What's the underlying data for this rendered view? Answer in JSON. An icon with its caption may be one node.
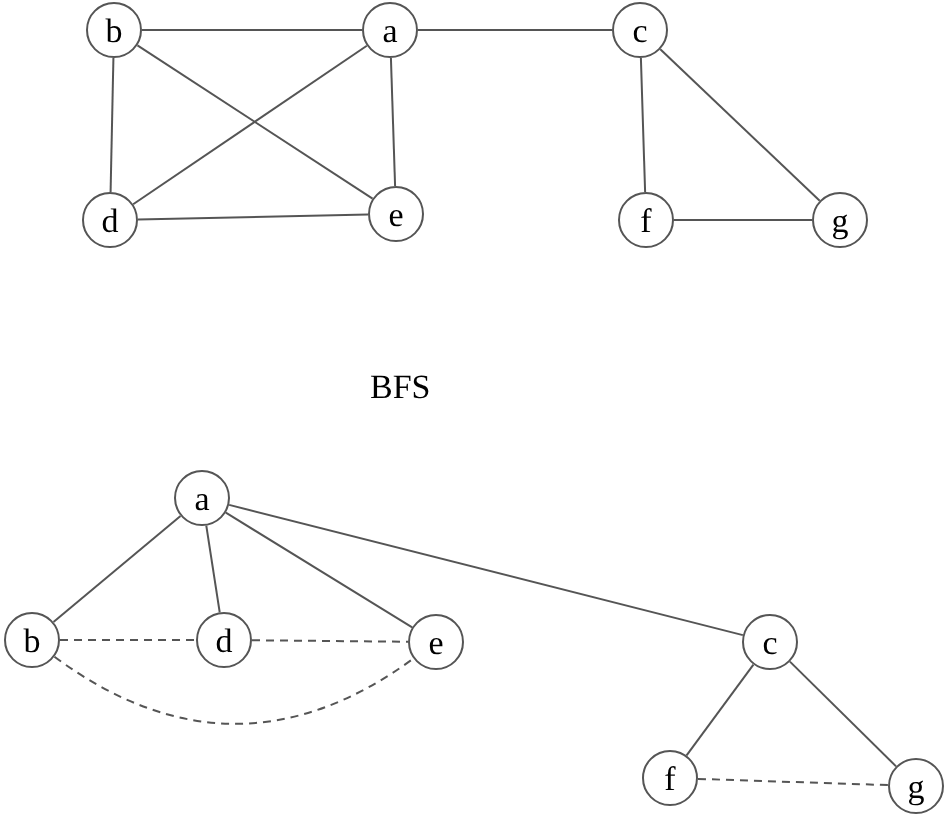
{
  "diagram": {
    "nodes": [
      {
        "text": [
          "b"
        ]
      },
      {
        "text": [
          "a"
        ]
      },
      {
        "text": [
          "c"
        ]
      },
      {
        "text": [
          "d"
        ]
      },
      {
        "text": [
          "e"
        ]
      },
      {
        "text": [
          "f"
        ]
      },
      {
        "text": [
          "g"
        ]
      },
      {
        "text": [
          "a"
        ]
      },
      {
        "text": [
          "b"
        ]
      },
      {
        "text": [
          "d"
        ]
      },
      {
        "text": [
          "e"
        ]
      },
      {
        "text": [
          "c"
        ]
      },
      {
        "text": [
          "f"
        ]
      },
      {
        "text": [
          "g"
        ]
      }
    ],
    "edges": [
      {
        "from": 0,
        "to": 1,
        "arrow": "none"
      },
      {
        "from": 1,
        "to": 2,
        "arrow": "none"
      },
      {
        "from": 0,
        "to": 3,
        "arrow": "none"
      },
      {
        "from": 0,
        "to": 4,
        "arrow": "none"
      },
      {
        "from": 1,
        "to": 3,
        "arrow": "none"
      },
      {
        "from": 1,
        "to": 4,
        "arrow": "none"
      },
      {
        "from": 3,
        "to": 4,
        "arrow": "none"
      },
      {
        "from": 2,
        "to": 5,
        "arrow": "none"
      },
      {
        "from": 2,
        "to": 6,
        "arrow": "none"
      },
      {
        "from": 5,
        "to": 6,
        "arrow": "none"
      },
      {
        "from": 7,
        "to": 8,
        "arrow": "none"
      },
      {
        "from": 7,
        "to": 9,
        "arrow": "none"
      },
      {
        "from": 7,
        "to": 10,
        "arrow": "none"
      },
      {
        "from": 7,
        "to": 11,
        "arrow": "none"
      },
      {
        "from": 8,
        "to": 9,
        "arrow": "none",
        "style": "dashed"
      },
      {
        "from": 9,
        "to": 10,
        "arrow": "none",
        "style": "dashed"
      },
      {
        "from": 8,
        "to": 10,
        "arrow": "none",
        "style": "dashed"
      },
      {
        "from": 11,
        "to": 12,
        "arrow": "none"
      },
      {
        "from": 11,
        "to": 13,
        "arrow": "none"
      },
      {
        "from": 12,
        "to": 13,
        "arrow": "none",
        "style": "dashed"
      }
    ],
    "labels": [
      "BFS"
    ]
  }
}
